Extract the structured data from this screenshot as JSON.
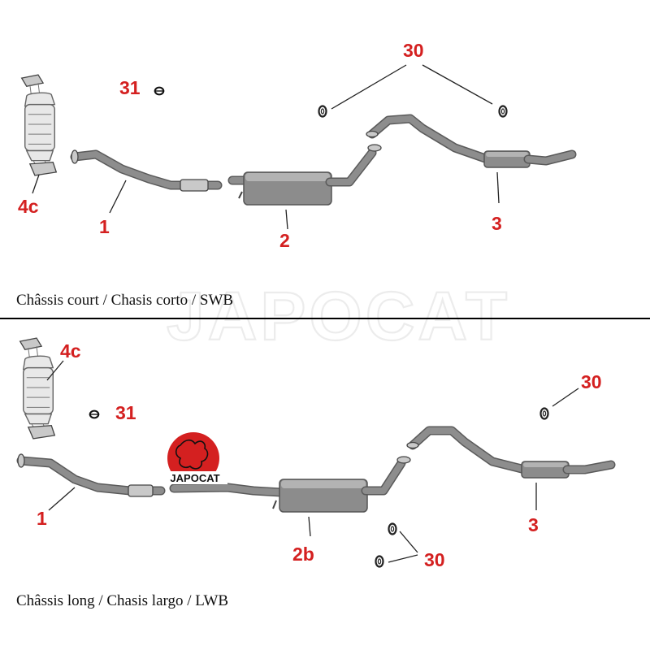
{
  "watermark": "JAPOCAT",
  "logo": {
    "text": "JAPOCAT",
    "color": "#d42020"
  },
  "label_color": "#d42020",
  "swb": {
    "caption": "Châssis court / Chasis corto / SWB",
    "labels": {
      "cat": "4c",
      "front_pipe": "1",
      "middle_silencer": "2",
      "rear_silencer": "3",
      "rubber_mount": "30",
      "clamp": "31"
    }
  },
  "lwb": {
    "caption": "Châssis long / Chasis largo / LWB",
    "labels": {
      "cat": "4c",
      "front_pipe": "1",
      "middle_silencer": "2b",
      "rear_silencer": "3",
      "rubber_mount_top": "30",
      "rubber_mount_bottom": "30",
      "clamp": "31"
    }
  }
}
